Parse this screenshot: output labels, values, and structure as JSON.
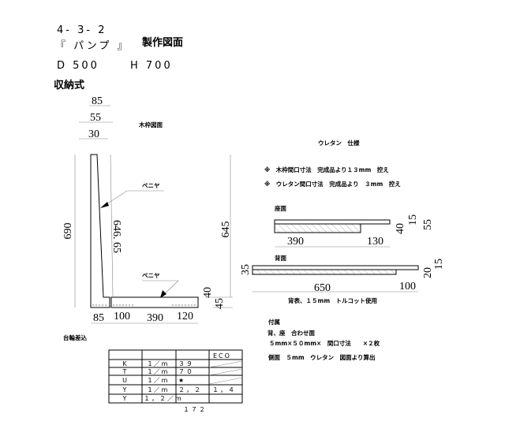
{
  "header": {
    "code": "4- 3- 2",
    "product": "『 パンプ 』",
    "doc_type": "製作図面",
    "depth": "D 500",
    "height": "H 700",
    "style": "収納式"
  },
  "wood_frame": {
    "title": "木枠図面",
    "dims_top": [
      "85",
      "55",
      "30"
    ],
    "height_690": "690",
    "inner_646": "646. 65",
    "height_645": "645",
    "veneer_back": "ベニヤ",
    "veneer_seat": "ベニヤ",
    "dim_40": "40",
    "dim_45": "45",
    "bottom_dims": [
      "85",
      "100",
      "390",
      "120"
    ]
  },
  "urethane": {
    "title": "ウレタン　仕様",
    "notes": [
      "※　木枠間口寸法　完成品より１３mm　控え",
      "※　ウレタン間口寸法　完成品より　３mm　控え"
    ],
    "seat": {
      "label": "座面",
      "dims": [
        "390",
        "130"
      ],
      "side_dims": [
        "40",
        "15",
        "55"
      ]
    },
    "back": {
      "label": "背面",
      "dims": [
        "650",
        "100"
      ],
      "side_left": "35",
      "side_dims": [
        "20",
        "15"
      ]
    },
    "back_note": "背表、１５mm　トルコット使用"
  },
  "accessories": {
    "title": "付属",
    "lines": [
      "背、座　合わせ面",
      "５mm×５０mm×　間口寸法　　×２枚",
      "側面　５mm　ウレタン　図面より算出"
    ]
  },
  "base": {
    "title": "台輪差込",
    "table": {
      "header": [
        "",
        "",
        "",
        "ECO"
      ],
      "rows": [
        [
          "K",
          "1／m",
          "３９",
          ""
        ],
        [
          "T",
          "1／m",
          "７０",
          ""
        ],
        [
          "U",
          "1／m",
          "★",
          ""
        ],
        [
          "Y",
          "1／m",
          "２，２",
          "１，４"
        ],
        [
          "Y",
          "１，２／m",
          "",
          ""
        ]
      ],
      "total": "１７２"
    }
  }
}
